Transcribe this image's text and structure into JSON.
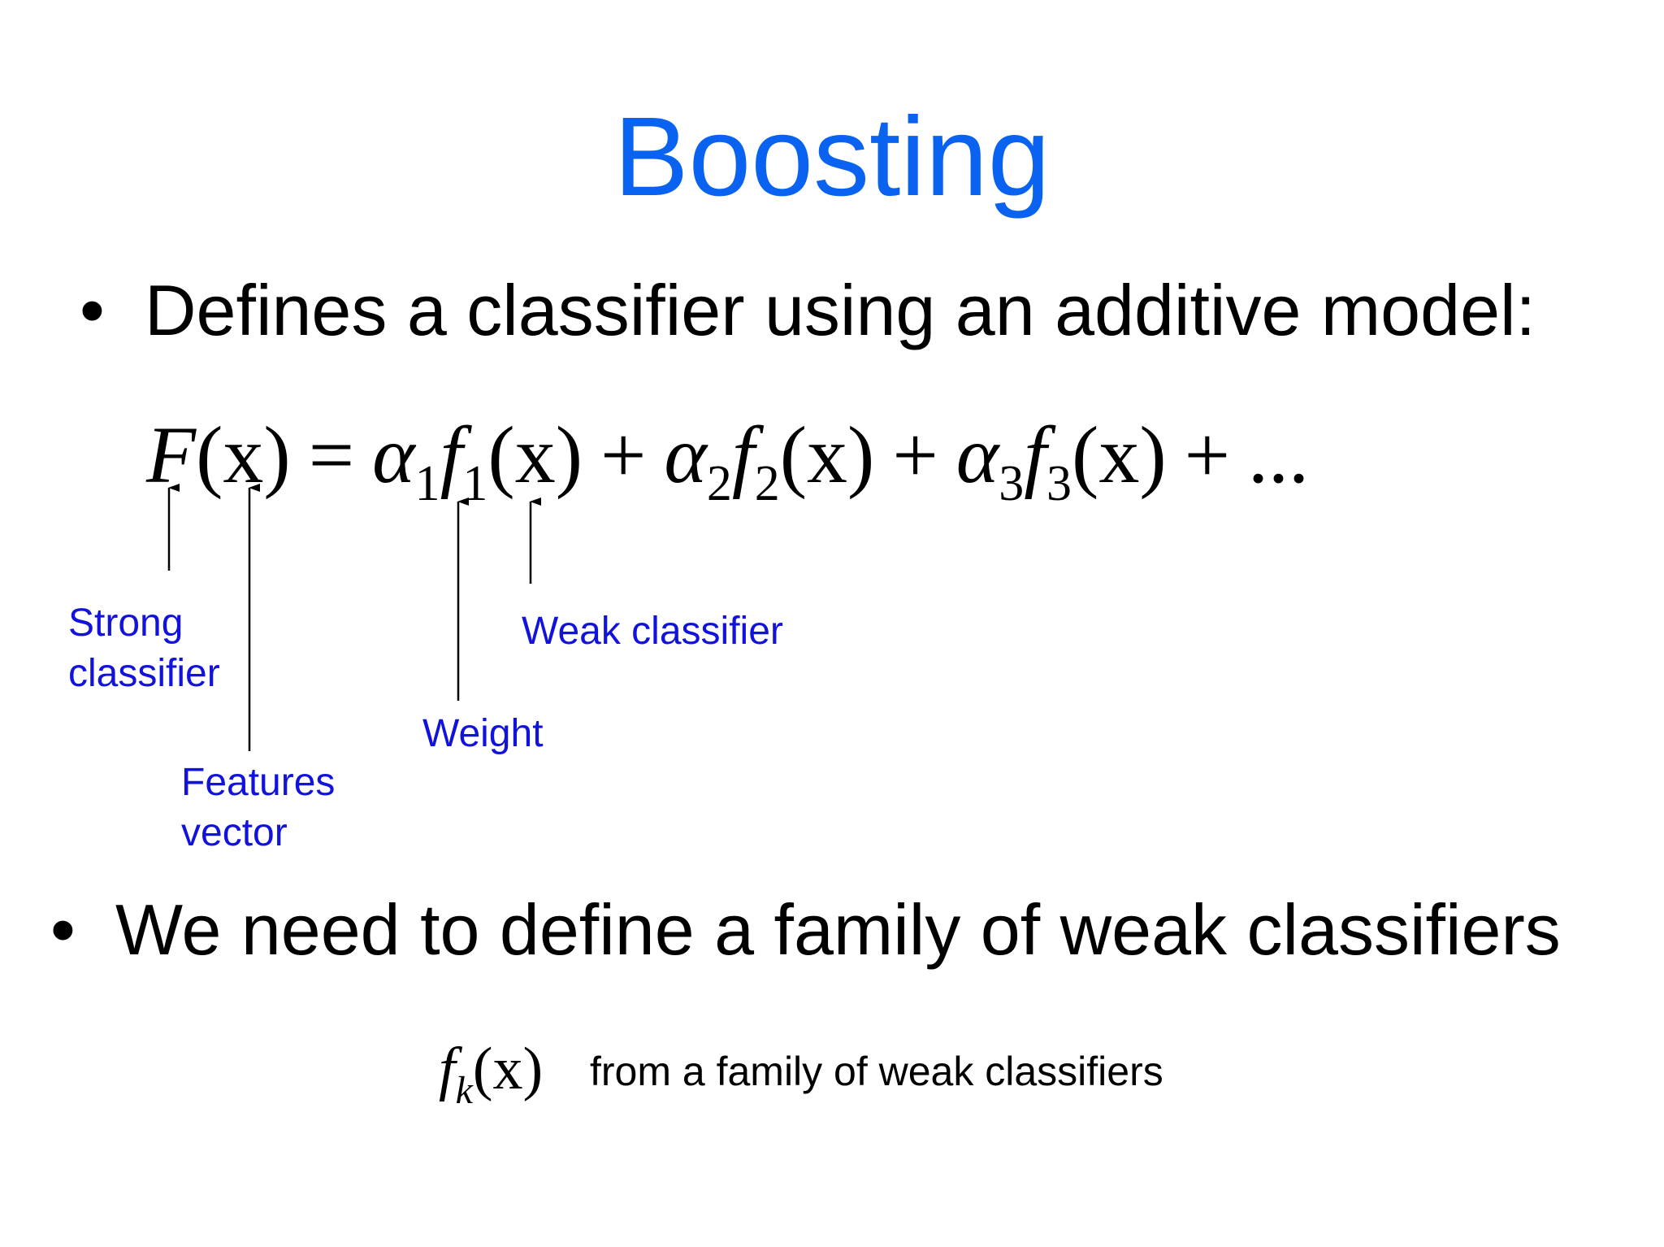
{
  "slide": {
    "title": "Boosting",
    "bullets": [
      {
        "marker": "•",
        "text": "Defines a classifier using an additive model:"
      },
      {
        "marker": "•",
        "text": "We need to define a family of weak classifiers"
      }
    ],
    "equation": {
      "lhs_func": "F",
      "lhs_arg": "(x)",
      "equals": "=",
      "terms": [
        {
          "alpha": "α",
          "alpha_index": "1",
          "f": "f",
          "f_index": "1",
          "arg": "(x)"
        },
        {
          "alpha": "α",
          "alpha_index": "2",
          "f": "f",
          "f_index": "2",
          "arg": "(x)"
        },
        {
          "alpha": "α",
          "alpha_index": "3",
          "f": "f",
          "f_index": "3",
          "arg": "(x)"
        }
      ],
      "plus": "+",
      "ellipsis": "..."
    },
    "labels": {
      "strong_classifier": "Strong\nclassifier",
      "features_vector": "Features\nvector",
      "weight": "Weight",
      "weak_classifier": "Weak classifier"
    },
    "family": {
      "f": "f",
      "index": "k",
      "arg": "(x)",
      "text": "from a family of weak classifiers"
    }
  },
  "colors": {
    "title": "#0a63f0",
    "label": "#1212dd",
    "text": "#000000",
    "background": "#ffffff"
  }
}
